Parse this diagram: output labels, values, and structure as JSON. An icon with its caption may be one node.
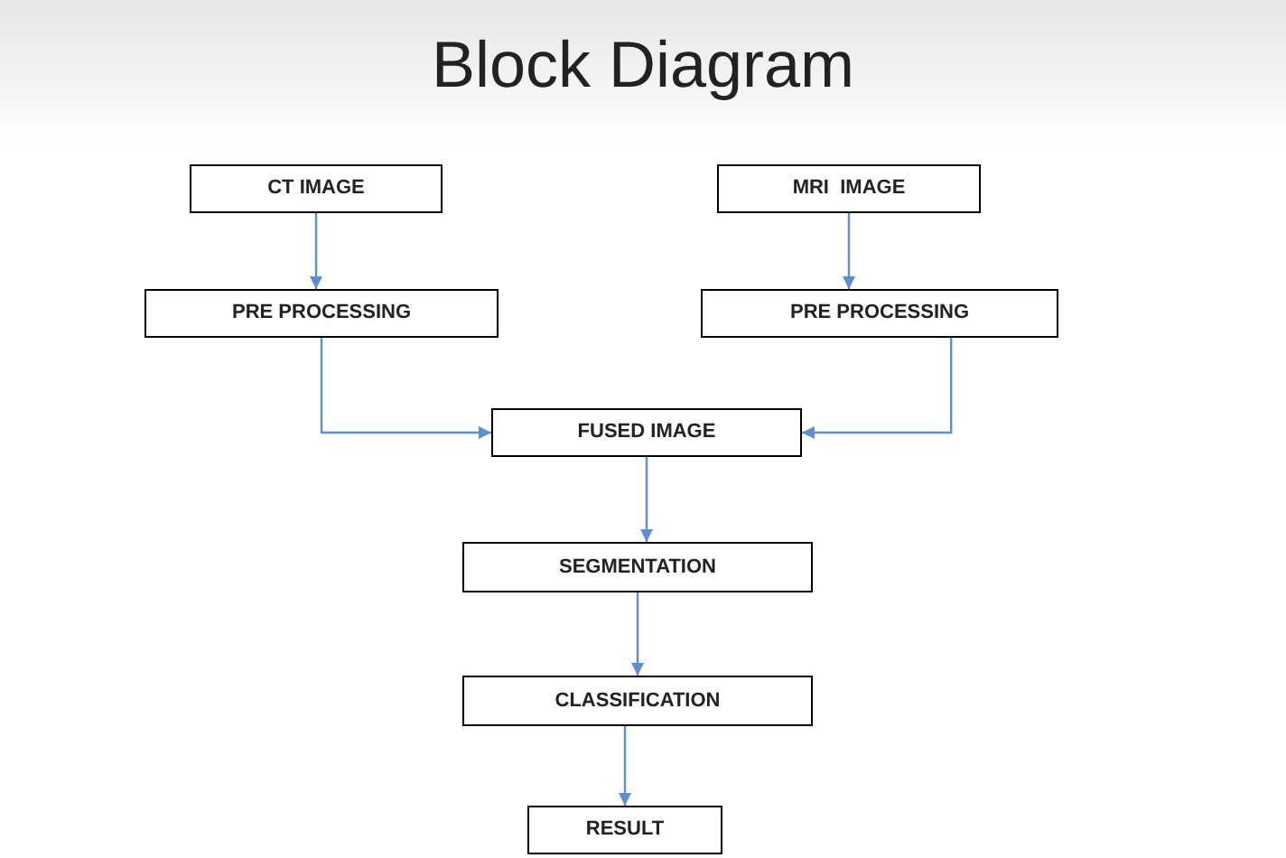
{
  "diagram": {
    "title": "Block Diagram",
    "nodes": [
      {
        "text": [
          "CT IMAGE"
        ]
      },
      {
        "text": [
          "MRI  IMAGE"
        ]
      },
      {
        "text": [
          "PRE PROCESSING"
        ]
      },
      {
        "text": [
          "PRE PROCESSING"
        ]
      },
      {
        "text": [
          "FUSED IMAGE"
        ]
      },
      {
        "text": [
          "SEGMENTATION"
        ]
      },
      {
        "text": [
          "CLASSIFICATION"
        ]
      },
      {
        "text": [
          "RESULT"
        ]
      }
    ],
    "edges": [
      {
        "from": 0,
        "to": 2,
        "arrow": "to"
      },
      {
        "from": 1,
        "to": 3,
        "arrow": "to"
      },
      {
        "from": 2,
        "to": 4,
        "arrow": "to"
      },
      {
        "from": 3,
        "to": 4,
        "arrow": "to"
      },
      {
        "from": 4,
        "to": 5,
        "arrow": "to"
      },
      {
        "from": 5,
        "to": 6,
        "arrow": "to"
      },
      {
        "from": 6,
        "to": 7,
        "arrow": "to"
      }
    ]
  }
}
